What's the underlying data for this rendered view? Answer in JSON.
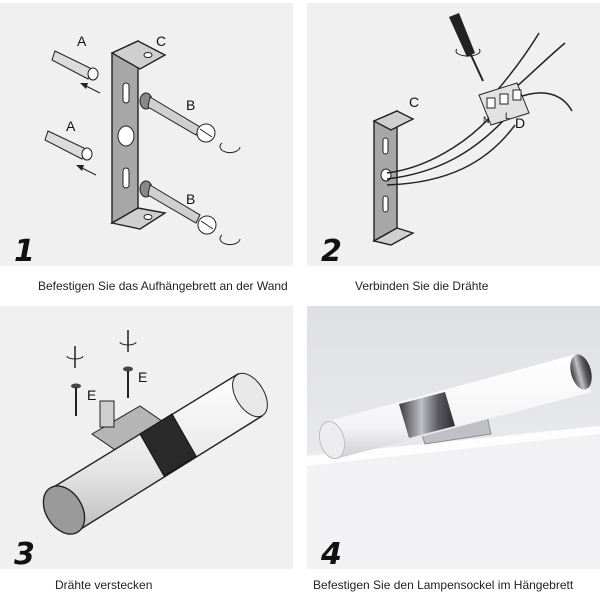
{
  "steps": [
    {
      "number": "1",
      "caption": "Befestigen Sie das Aufhängebrett an der Wand",
      "labels": {
        "anchor_top": "A",
        "anchor_bottom": "A",
        "bracket": "C",
        "screw_top": "B",
        "screw_bottom": "B"
      }
    },
    {
      "number": "2",
      "caption": "Verbinden Sie die Drähte",
      "labels": {
        "bracket": "C",
        "connector": "D",
        "terminal_n": "N",
        "terminal_l": "L"
      }
    },
    {
      "number": "3",
      "caption": "Drähte verstecken",
      "labels": {
        "screw_left": "E",
        "screw_right": "E"
      }
    },
    {
      "number": "4",
      "caption": "Befestigen Sie den Lampensockel im Hängebrett"
    }
  ],
  "colors": {
    "panel_bg": "#f0f0f0",
    "line": "#1a1a1a",
    "metal": "#9a9a9a"
  }
}
